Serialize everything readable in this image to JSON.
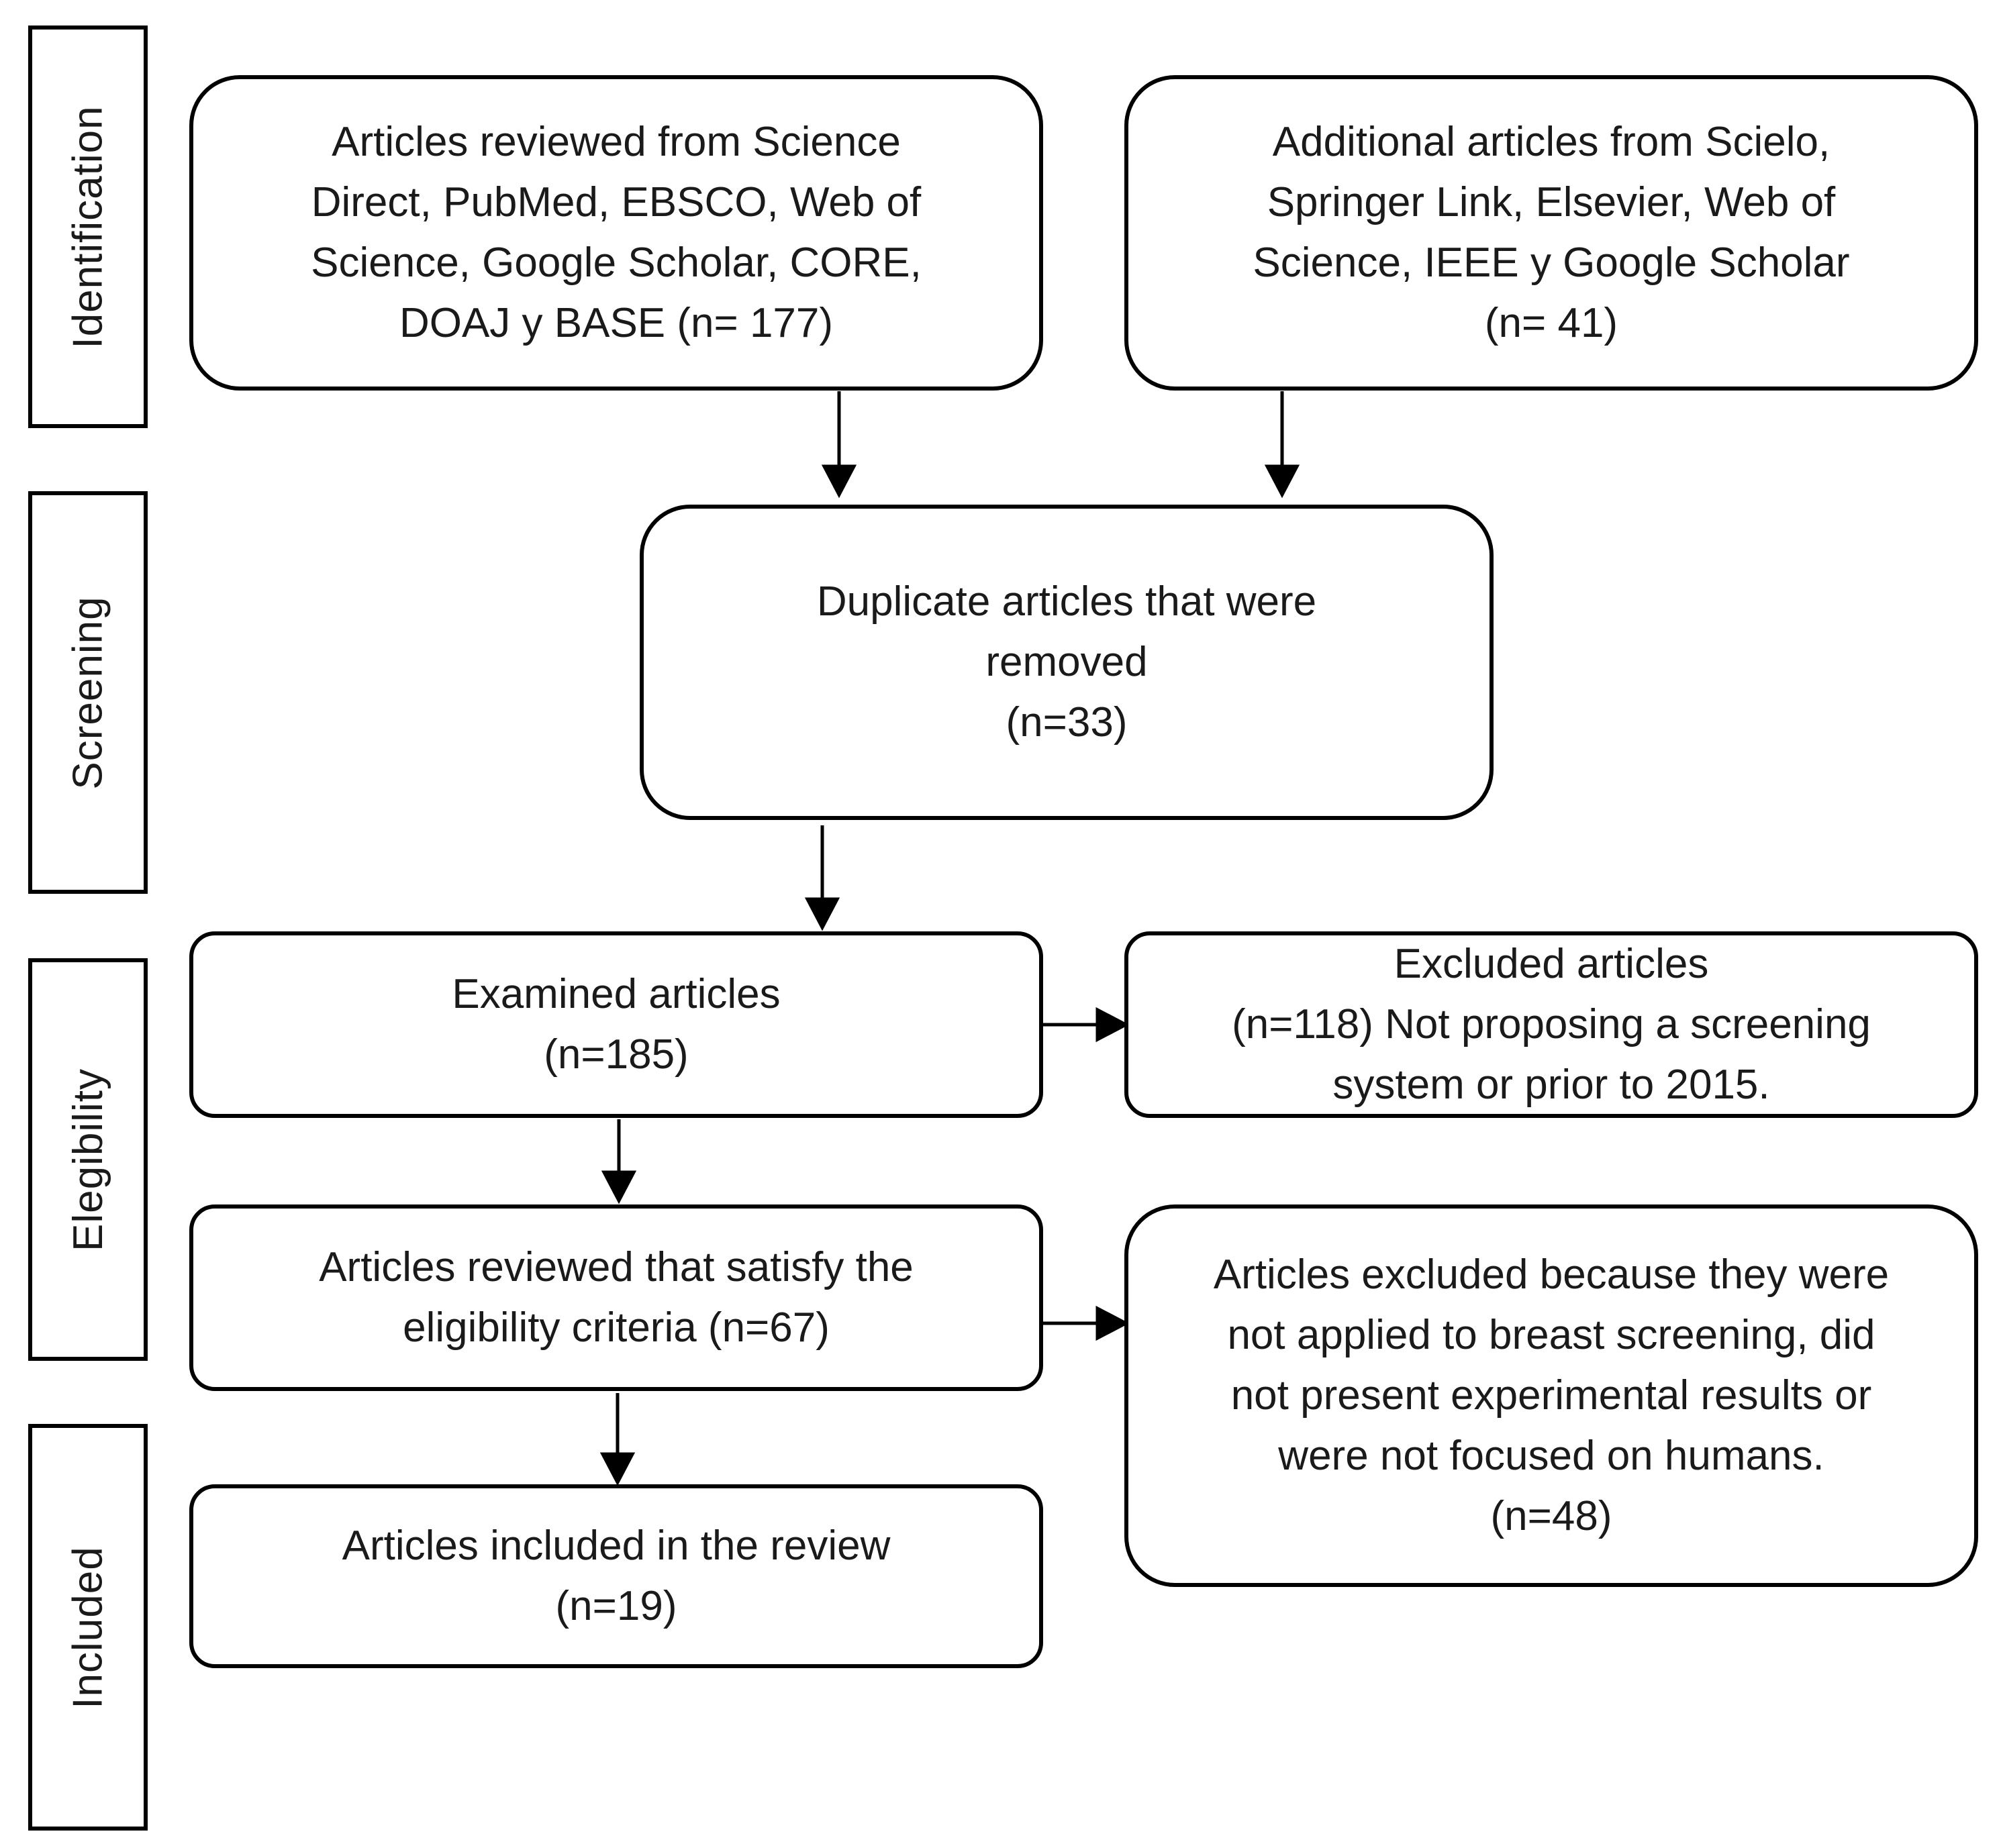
{
  "stages": {
    "identification": "Identification",
    "screening": "Screening",
    "elegibility": "Elegibility",
    "included": "Included"
  },
  "boxes": {
    "databases": {
      "lines": [
        "Articles reviewed from Science",
        "Direct, PubMed,  EBSCO, Web of",
        "Science, Google Scholar, CORE,",
        "DOAJ y BASE (n= 177)"
      ]
    },
    "additional": {
      "lines": [
        "Additional articles from Scielo,",
        "Springer Link,  Elsevier, Web of",
        "Science, IEEE y Google Scholar",
        "(n= 41)"
      ]
    },
    "duplicates": {
      "lines": [
        "Duplicate articles that were",
        "removed",
        "(n=33)"
      ]
    },
    "examined": {
      "lines": [
        "Examined articles",
        "(n=185)"
      ]
    },
    "excluded_1": {
      "lines": [
        "Excluded articles",
        "(n=118) Not proposing a screening",
        "system or prior to 2015."
      ]
    },
    "eligible": {
      "lines": [
        "Articles reviewed that satisfy the",
        "eligibility criteria (n=67)"
      ]
    },
    "excluded_2": {
      "lines": [
        "Articles excluded because they were",
        "not applied to breast screening, did",
        "not present experimental results or",
        "were not focused on humans.",
        "(n=48)"
      ]
    },
    "included": {
      "lines": [
        "Articles included in the review",
        "(n=19)"
      ]
    }
  },
  "colors": {
    "stroke": "#000000",
    "background": "#ffffff",
    "text": "#1a1a1a"
  }
}
